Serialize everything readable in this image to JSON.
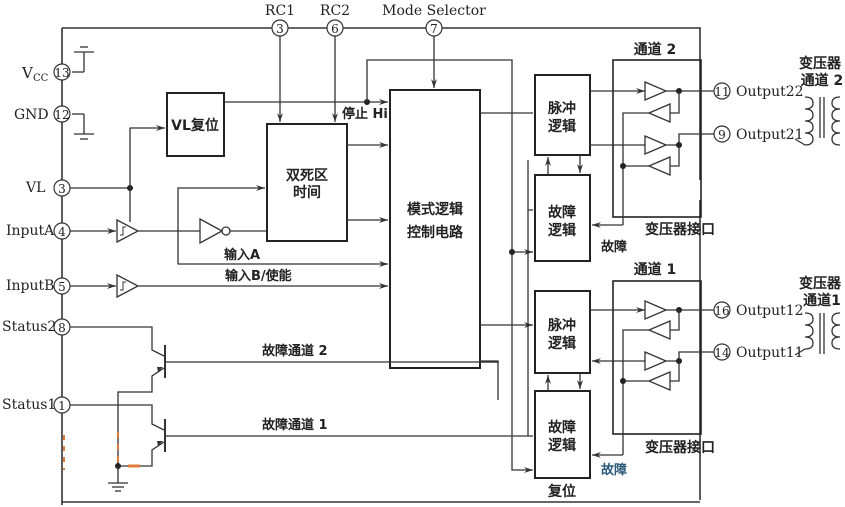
{
  "pins_left": [
    {
      "label": "Vcc",
      "number": "13"
    },
    {
      "label": "GND",
      "number": "12"
    },
    {
      "label": "VL",
      "number": "3"
    },
    {
      "label": "InputA",
      "number": "4"
    },
    {
      "label": "InputB",
      "number": "5"
    },
    {
      "label": "Status2",
      "number": "8"
    },
    {
      "label": "Status1",
      "number": "1"
    }
  ],
  "vcc_sub": "CC",
  "vcc_main": "V",
  "pins_top": [
    {
      "label": "RC1",
      "number": "3"
    },
    {
      "label": "RC2",
      "number": "6"
    },
    {
      "label": "Mode Selector",
      "number": "7"
    }
  ],
  "pins_right": [
    {
      "label": "Output22",
      "number": "11"
    },
    {
      "label": "Output21",
      "number": "9"
    },
    {
      "label": "Output12",
      "number": "16"
    },
    {
      "label": "Output11",
      "number": "14"
    }
  ],
  "blocks": {
    "vl_reset": "VL复位",
    "dead_time_line1": "双死区",
    "dead_time_line2": "时间",
    "mode_logic_line1": "模式逻辑",
    "mode_logic_line2": "控制电路",
    "pulse_logic_line1": "脉冲",
    "pulse_logic_line2": "逻辑",
    "fault_logic_line1": "故障",
    "fault_logic_line2": "逻辑"
  },
  "labels": {
    "stop_hi": "停止 Hi",
    "input_a": "输入A",
    "input_b_enable": "输入B/使能",
    "fault_ch2": "故障通道 2",
    "fault_ch1": "故障通道 1",
    "channel2": "通道 2",
    "channel1": "通道 1",
    "xfmr_interface": "变压器接口",
    "fault": "故障",
    "reset": "复位",
    "xfmr_ch2_line1": "变压器",
    "xfmr_ch2_line2": "通道 2",
    "xfmr_ch1_line1": "变压器",
    "xfmr_ch1_line2": "通道1"
  }
}
